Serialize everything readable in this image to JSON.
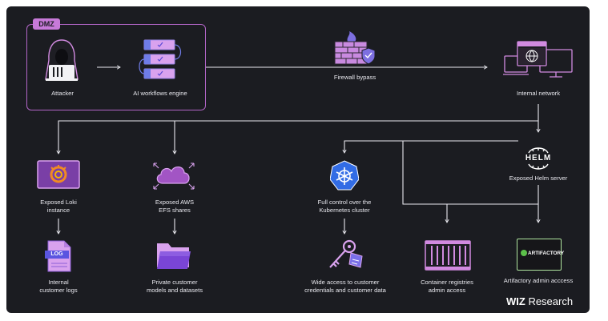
{
  "diagram": {
    "dmz_label": "DMZ",
    "nodes": {
      "attacker": "Attacker",
      "ai_workflows": "AI workflows engine",
      "firewall": "Firewall bypass",
      "internal_network": "Internal network",
      "helm": "Exposed Helm server",
      "loki": "Exposed Loki\ninstance",
      "efs": "Exposed AWS\nEFS shares",
      "k8s": "Full control over the\nKubernetes cluster",
      "logs": "Internal\ncustomer logs",
      "models": "Private customer\nmodels and datasets",
      "credentials": "Wide access to customer\ncredentials and customer data",
      "registries": "Container registries\nadmin access",
      "artifactory": "Artifactory admin acccess"
    },
    "icon_text": {
      "helm": "HELM",
      "log": "LOG",
      "artifactory": "ARTIFACTORY"
    },
    "brand": {
      "wiz": "WIZ",
      "research": " Research"
    },
    "colors": {
      "background": "#1b1c21",
      "accent": "#c77ad9",
      "line": "#e8e8ee"
    }
  }
}
